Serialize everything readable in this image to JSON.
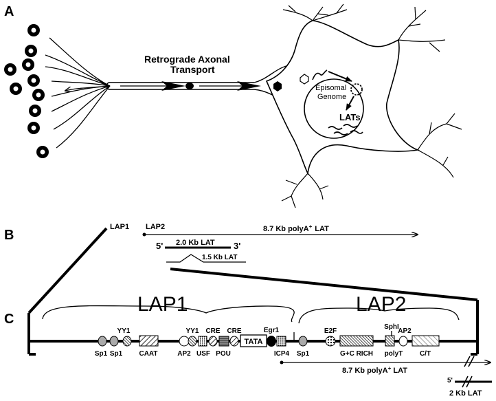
{
  "panels": {
    "a": "A",
    "b": "B",
    "c": "C"
  },
  "panel_a": {
    "transport_line1": "Retrograde Axonal",
    "transport_line2": "Transport",
    "episomal_line1": "Episomal",
    "episomal_line2": "Genome",
    "lats": "LATs"
  },
  "panel_b": {
    "lap1": "LAP1",
    "lap2": "LAP2",
    "lat87_pre": "8.7 Kb polyA",
    "lat87_sup": "+",
    "lat87_post": "LAT",
    "five_prime": "5'",
    "three_prime": "3'",
    "lat20": "2.0 Kb  LAT",
    "lat15": "1.5 Kb LAT"
  },
  "panel_c": {
    "lap1": "LAP1",
    "lap2": "LAP2",
    "elements_top": [
      "YY1",
      "YY1",
      "CRE",
      "CRE",
      "Egr1",
      "E2F",
      "SphI",
      "AP2"
    ],
    "elements_bottom": [
      "Sp1",
      "Sp1",
      "CAAT",
      "AP2",
      "USF",
      "POU",
      "ICP4",
      "Sp1",
      "G+C RICH",
      "polyT",
      "C/T"
    ],
    "tata": "TATA",
    "lat87_pre": "8.7 Kb polyA",
    "lat87_sup": "+",
    "lat87_post": " LAT",
    "five_prime": "5'",
    "lat2kb": "2 Kb LAT"
  }
}
